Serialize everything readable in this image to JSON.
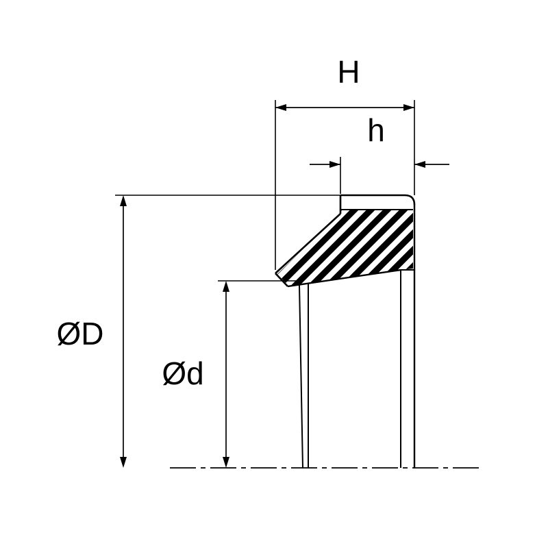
{
  "labels": {
    "total_width": "H",
    "secondary_width": "h",
    "outer_diameter": "ØD",
    "inner_diameter": "Ød"
  },
  "colors": {
    "line": "#000000",
    "background": "#ffffff",
    "hatch_fill": "#000000"
  }
}
